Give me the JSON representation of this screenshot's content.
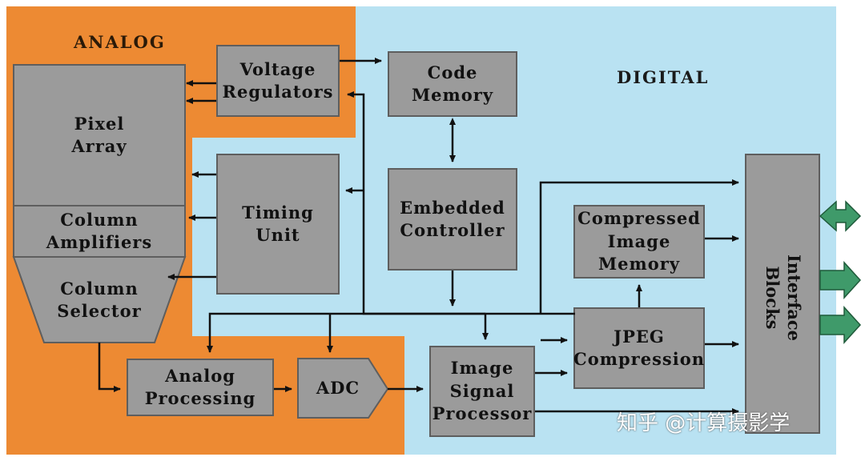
{
  "regions": {
    "analog": {
      "label": "ANALOG",
      "color": "#ed8a33"
    },
    "digital": {
      "label": "DIGITAL",
      "color": "#b9e2f2"
    }
  },
  "blocks": {
    "voltage_regulators": "Voltage\nRegulators",
    "code_memory": "Code\nMemory",
    "pixel_array": "Pixel\nArray",
    "column_amplifiers": "Column\nAmplifiers",
    "column_selector": "Column\nSelector",
    "timing_unit": "Timing\nUnit",
    "embedded_controller": "Embedded\nController",
    "compressed_image_memory": "Compressed\nImage\nMemory",
    "jpeg_compression": "JPEG\nCompression",
    "analog_processing": "Analog\nProcessing",
    "adc": "ADC",
    "image_signal_processor": "Image\nSignal\nProcessor",
    "interface_blocks": "Interface\nBlocks"
  },
  "colors": {
    "block_fill": "#9b9b9b",
    "block_border": "#5e5e5e",
    "wire": "#111111",
    "io_arrow": "#3f9a6a"
  },
  "watermark": "知乎 @计算摄影学"
}
